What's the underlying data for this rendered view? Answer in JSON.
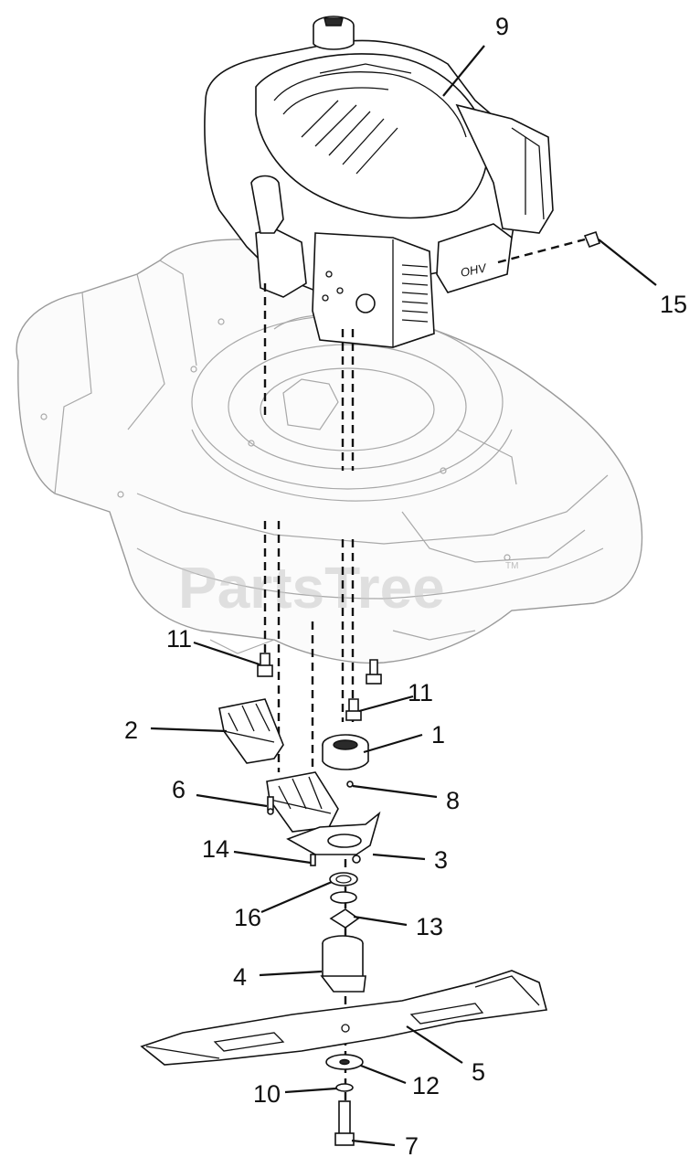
{
  "watermark": {
    "text": "PartsTree",
    "trademark": "TM"
  },
  "callouts": [
    {
      "id": "9",
      "label": "9"
    },
    {
      "id": "15",
      "label": "15"
    },
    {
      "id": "11a",
      "label": "11"
    },
    {
      "id": "11b",
      "label": "11"
    },
    {
      "id": "2",
      "label": "2"
    },
    {
      "id": "1",
      "label": "1"
    },
    {
      "id": "6",
      "label": "6"
    },
    {
      "id": "8",
      "label": "8"
    },
    {
      "id": "14",
      "label": "14"
    },
    {
      "id": "3",
      "label": "3"
    },
    {
      "id": "16",
      "label": "16"
    },
    {
      "id": "13",
      "label": "13"
    },
    {
      "id": "4",
      "label": "4"
    },
    {
      "id": "5",
      "label": "5"
    },
    {
      "id": "10",
      "label": "10"
    },
    {
      "id": "12",
      "label": "12"
    },
    {
      "id": "7",
      "label": "7"
    }
  ],
  "engine_badge": "OHV"
}
